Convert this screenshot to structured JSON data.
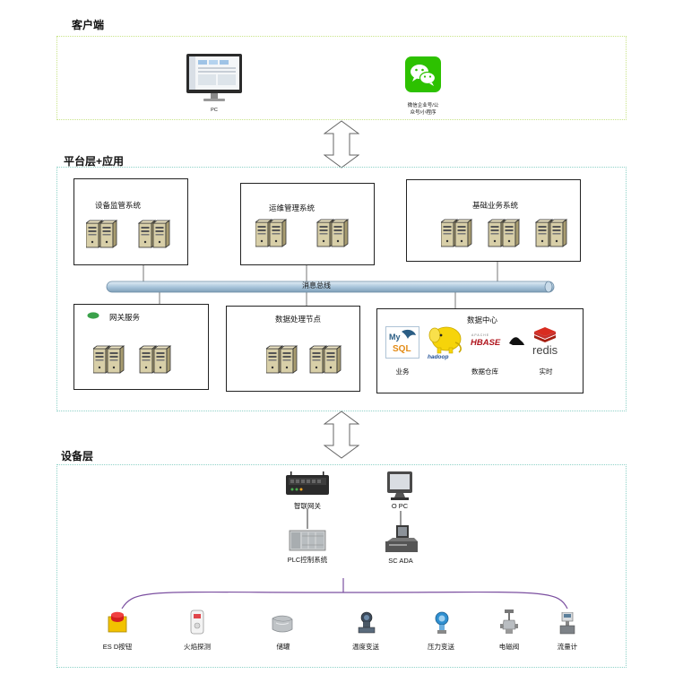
{
  "client_layer": {
    "title": "客户端",
    "pc_label": "PC",
    "wechat_label_line1": "微信企业号/公",
    "wechat_label_line2": "众号/小程序"
  },
  "platform_layer": {
    "title": "平台层+应用",
    "device_monitor": "设备监管系统",
    "ops_management": "运维管理系统",
    "basic_business": "基础业务系统",
    "message_bus": "消息总线",
    "gateway_service": "网关服务",
    "data_processing": "数据处理节点",
    "data_center": {
      "title": "数据中心",
      "mysql_label": "业务",
      "hbase_label": "数据仓库",
      "redis_label": "实时",
      "redis_logo_text": "redis",
      "hbase_logo_text": "HBASE",
      "mysql_logo_text": "SQL",
      "hadoop_logo_text": "hadoop"
    }
  },
  "device_layer": {
    "title": "设备层",
    "iot_gateway": "智联网关",
    "plc_system": "PLC控制系统",
    "opc": "O PC",
    "scada": "SC ADA",
    "devices": [
      {
        "label": "ES D按钮"
      },
      {
        "label": "火焰探测"
      },
      {
        "label": "储罐"
      },
      {
        "label": "温度变送"
      },
      {
        "label": "压力变送"
      },
      {
        "label": "电磁阀"
      },
      {
        "label": "流量计"
      }
    ]
  },
  "colors": {
    "client_border": "#c9e48a",
    "platform_border": "#8fd2c8",
    "bus_fill": "#aac6dc",
    "device_line": "#7b4fa0"
  }
}
